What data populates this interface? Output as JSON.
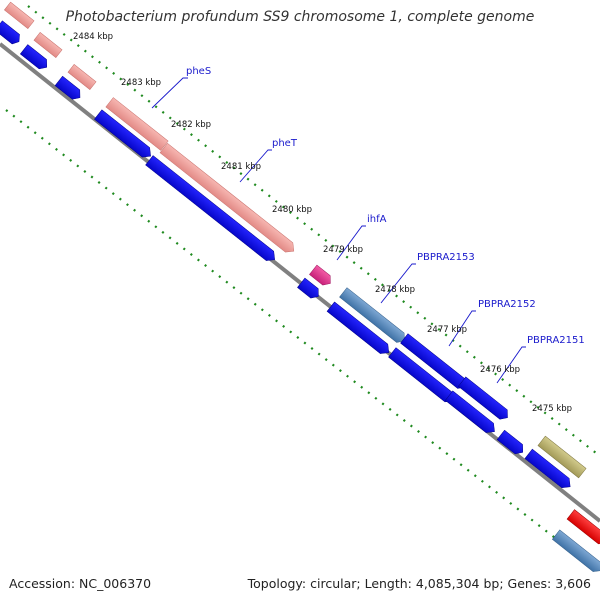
{
  "title": "Photobacterium profundum SS9 chromosome 1, complete genome",
  "footer": {
    "accession": "Accession: NC_006370",
    "summary": "Topology: circular; Length: 4,085,304 bp; Genes: 3,606"
  },
  "ticks": [
    "2484 kbp",
    "2483 kbp",
    "2482 kbp",
    "2481 kbp",
    "2480 kbp",
    "2479 kbp",
    "2478 kbp",
    "2477 kbp",
    "2476 kbp",
    "2475 kbp"
  ],
  "gene_labels": [
    "pheS",
    "pheT",
    "ihfA",
    "PBPRA2153",
    "PBPRA2152",
    "PBPRA2151"
  ],
  "colors": {
    "backbone": "#808080",
    "tick": "#1f8a1f",
    "forward_gene": "#f4a09a",
    "reverse_gene": "#0a0af0",
    "ihfA": "#e8358f",
    "blue_gray": "#5b8fc0",
    "olive": "#b8b070",
    "red": "#ff1010",
    "label": "#1a1acc"
  }
}
